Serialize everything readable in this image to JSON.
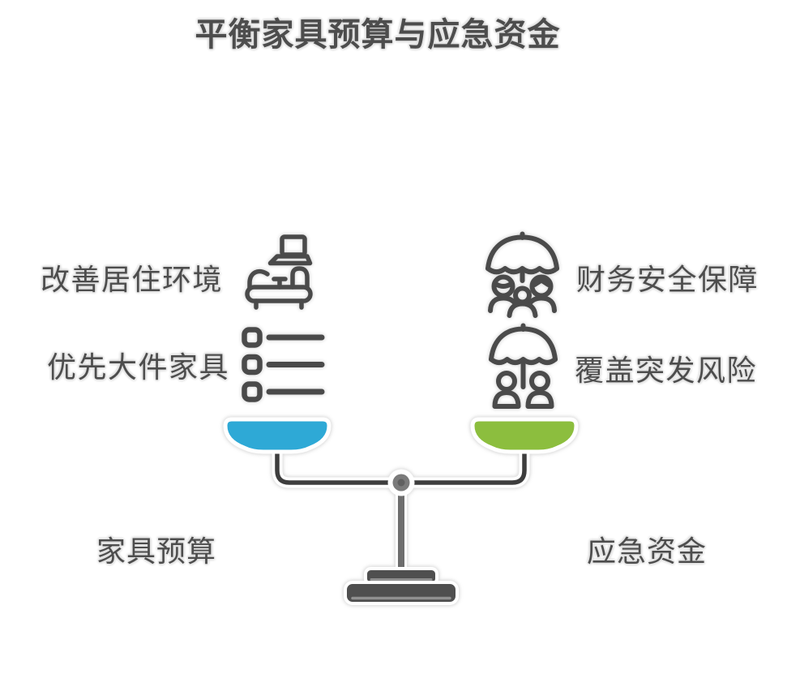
{
  "title": "平衡家具预算与应急资金",
  "colors": {
    "left_pan": "#2EA9D6",
    "right_pan": "#8CBE3E",
    "text": "#4d4d4d",
    "icon_stroke": "#4a4a4a",
    "beam": "#3d3d3d",
    "pivot": "#7b7b7b",
    "pole": "#6d6d6d",
    "base": "#4f4f4f"
  },
  "left": {
    "pan_label": "家具预算",
    "items": [
      {
        "label": "改善居住环境",
        "icon": "sofa-laptop-icon"
      },
      {
        "label": "优先大件家具",
        "icon": "checklist-icon"
      }
    ]
  },
  "right": {
    "pan_label": "应急资金",
    "items": [
      {
        "label": "财务安全保障",
        "icon": "umbrella-family-icon"
      },
      {
        "label": "覆盖突发风险",
        "icon": "umbrella-couple-icon"
      }
    ]
  }
}
